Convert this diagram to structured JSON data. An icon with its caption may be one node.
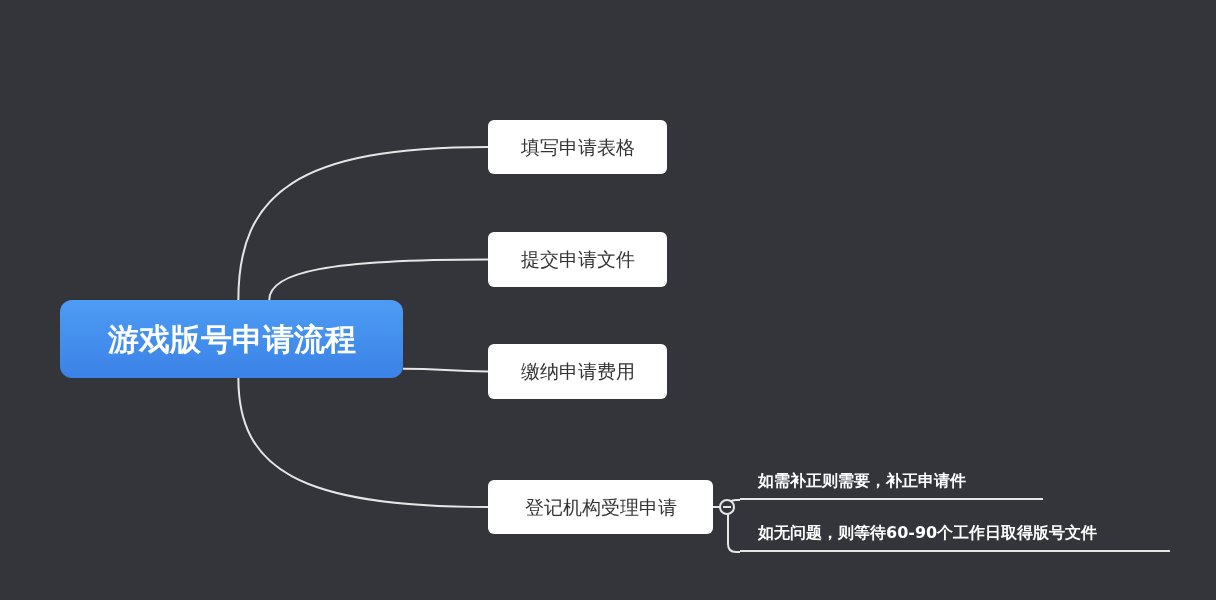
{
  "diagram": {
    "nodes": [
      {
        "text": [
          "游戏版号申请流程"
        ]
      },
      {
        "text": [
          "填写申请表格"
        ]
      },
      {
        "text": [
          "提交申请文件"
        ]
      },
      {
        "text": [
          "缴纳申请费用"
        ]
      },
      {
        "text": [
          "登记机构受理申请"
        ]
      },
      {
        "text": [
          "如需补正则需要，补正申请件"
        ]
      },
      {
        "text": [
          "如无问题，则等待60-90个工作日取得版号文件"
        ]
      }
    ],
    "edges": [
      {
        "from": 0,
        "to": 1,
        "arrow": "none"
      },
      {
        "from": 0,
        "to": 2,
        "arrow": "none"
      },
      {
        "from": 0,
        "to": 3,
        "arrow": "none"
      },
      {
        "from": 0,
        "to": 4,
        "arrow": "none"
      },
      {
        "from": 4,
        "to": 5,
        "arrow": "none"
      },
      {
        "from": 4,
        "to": 6,
        "arrow": "none"
      }
    ]
  }
}
